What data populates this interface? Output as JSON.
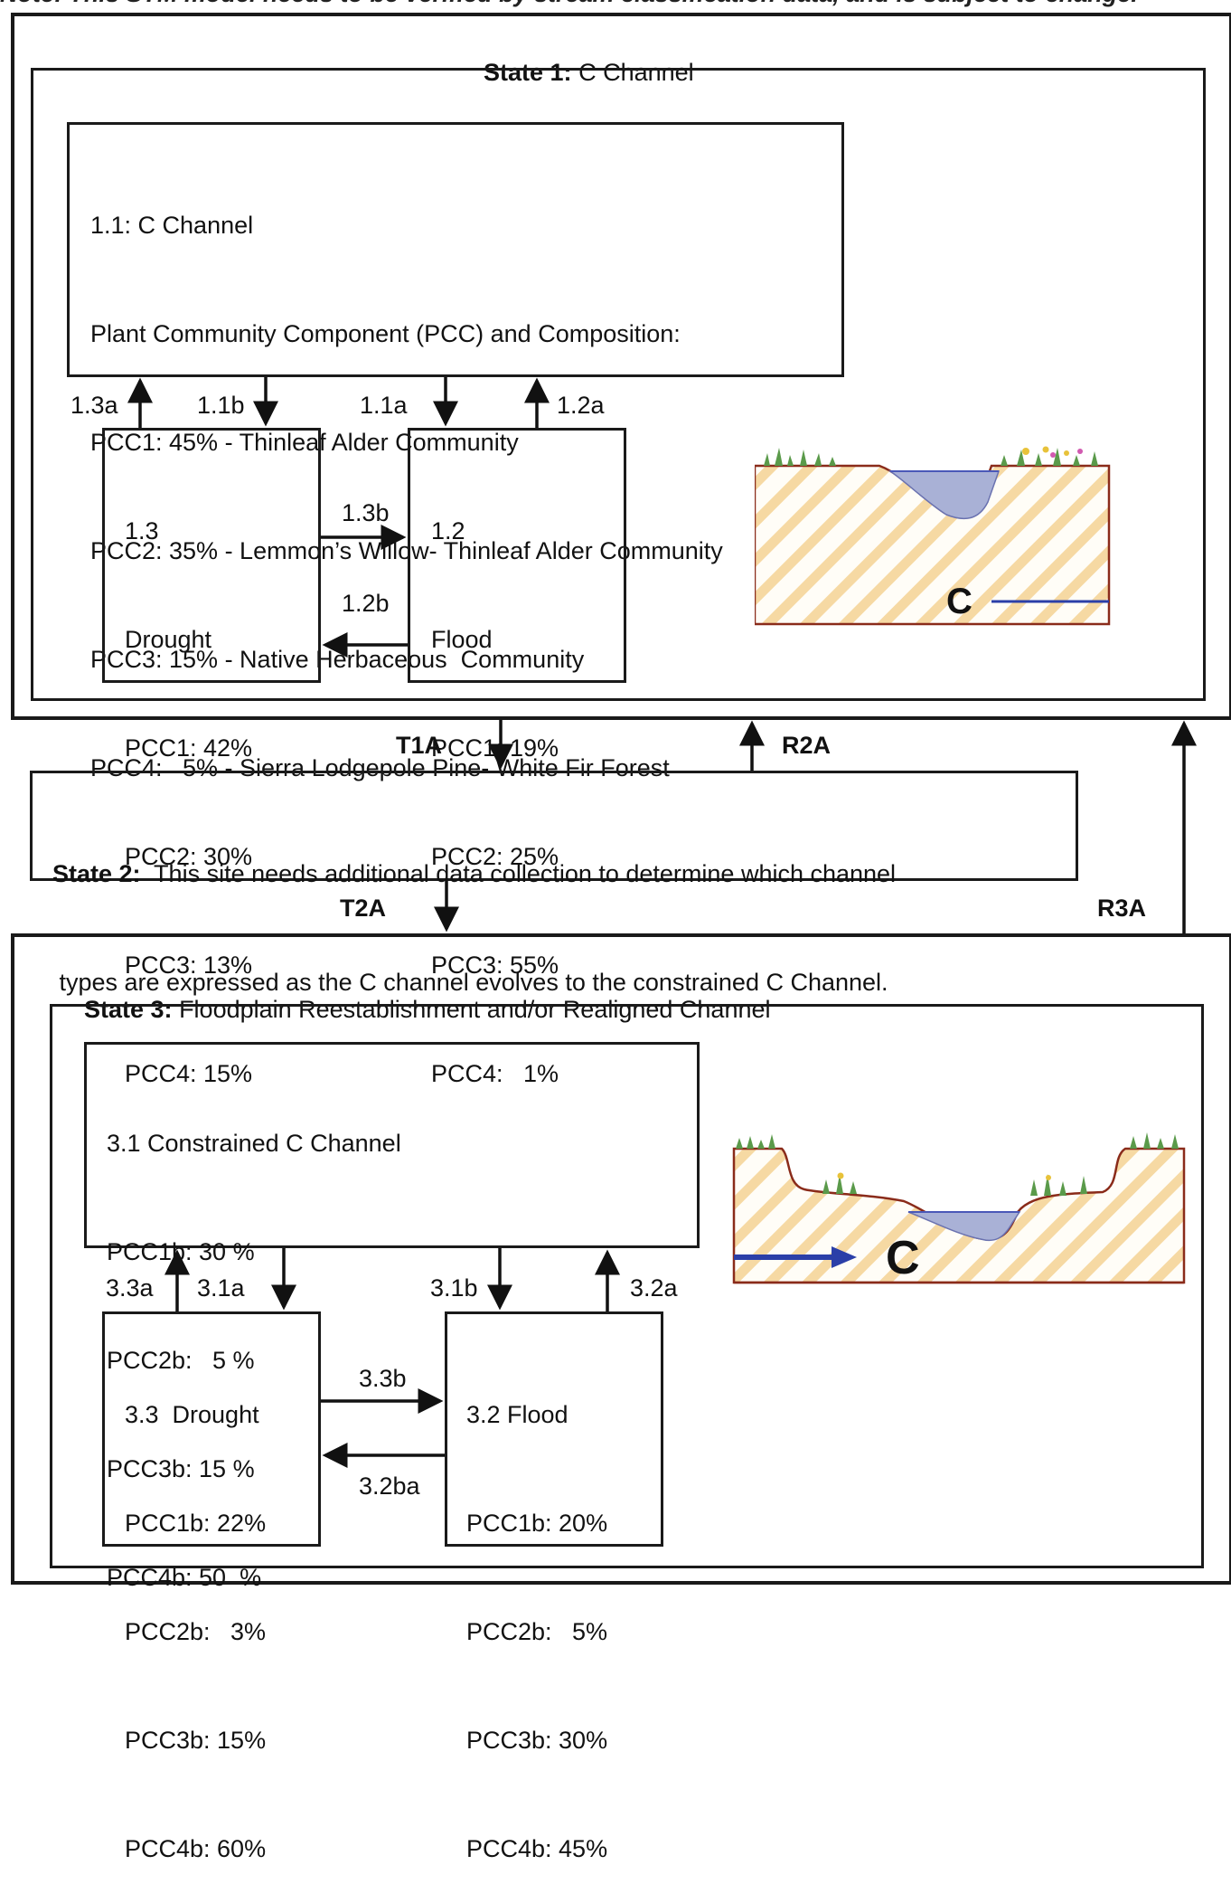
{
  "note": "Note: This STM model needs to be verified by stream classification data, and is subject to change.",
  "state1": {
    "title_bold": "State 1:",
    "title_rest": " C Channel",
    "box_1_1": [
      "1.1: C Channel",
      "Plant Community Component (PCC) and Composition:",
      "PCC1: 45% - Thinleaf Alder Community",
      "PCC2: 35% - Lemmon’s Willow- Thinleaf Alder Community",
      "PCC3: 15% - Native Herbaceous  Community",
      "PCC4:   5% - Sierra Lodgepole Pine- White Fir Forest"
    ],
    "box_1_3": [
      "1.3",
      "Drought",
      "PCC1: 42%",
      "PCC2: 30%",
      "PCC3: 13%",
      "PCC4: 15%"
    ],
    "box_1_2": [
      "1.2",
      "Flood",
      "PCC1: 19%",
      "PCC2: 25%",
      "PCC3: 55%",
      "PCC4:   1%"
    ],
    "arrows": {
      "a13a": "1.3a",
      "a11b": "1.1b",
      "a11a": "1.1a",
      "a12a": "1.2a",
      "a13b": "1.3b",
      "a12b": "1.2b"
    },
    "figure_label": "C"
  },
  "transitions": {
    "t1a": "T1A",
    "r2a": "R2A",
    "t2a": "T2A",
    "r3a": "R3A"
  },
  "state2": {
    "title_bold": "State 2:",
    "line1_rest": "  This site needs additional data collection to determine which channel",
    "line2": " types are expressed as the C channel evolves to the constrained C Channel."
  },
  "state3": {
    "title_bold": "State 3:",
    "title_rest": " Floodplain Reestablishment and/or Realigned Channel",
    "box_3_1": [
      "3.1 Constrained C Channel",
      "PCC1b: 30 %",
      "PCC2b:   5 %",
      "PCC3b: 15 %",
      "PCC4b: 50  %"
    ],
    "box_3_3": [
      "3.3  Drought",
      "PCC1b: 22%",
      "PCC2b:   3%",
      "PCC3b: 15%",
      "PCC4b: 60%"
    ],
    "box_3_2": [
      "3.2 Flood",
      "PCC1b: 20%",
      "PCC2b:   5%",
      "PCC3b: 30%",
      "PCC4b: 45%"
    ],
    "arrows": {
      "a33a": "3.3a",
      "a31a": "3.1a",
      "a31b": "3.1b",
      "a32a": "3.2a",
      "a33b": "3.3b",
      "a32ba": "3.2ba"
    },
    "figure_label": "C"
  }
}
